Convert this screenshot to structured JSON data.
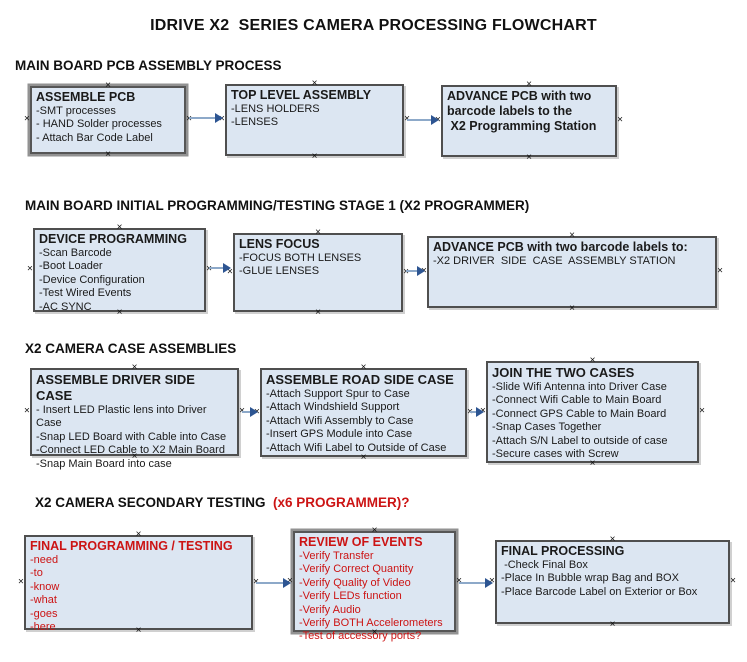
{
  "page_title": "IDRIVE X2  SERIES CAMERA PROCESSING FLOWCHART",
  "icons": {
    "connection_point": "×"
  },
  "colors": {
    "box_fill": "#dce6f2",
    "box_border": "#4f4f4f",
    "arrow_line": "#8da9c9",
    "arrow_head": "#2d5592",
    "red_text": "#cc1414",
    "black_text": "#111111"
  },
  "sections": [
    {
      "header": "MAIN BOARD PCB ASSEMBLY PROCESS",
      "header_suffix": "",
      "boxes": [
        {
          "title": "ASSEMBLE PCB",
          "lines": [
            "-SMT processes",
            "- HAND Solder processes",
            "- Attach Bar Code Label"
          ]
        },
        {
          "title": "TOP LEVEL ASSEMBLY",
          "lines": [
            "-LENS HOLDERS",
            "-LENSES"
          ]
        },
        {
          "title": "ADVANCE PCB with two barcode labels to the\n X2 Programming Station",
          "lines": []
        }
      ]
    },
    {
      "header": "MAIN BOARD INITIAL PROGRAMMING/TESTING STAGE 1 (X2 PROGRAMMER)",
      "header_suffix": "",
      "boxes": [
        {
          "title": "DEVICE PROGRAMMING",
          "lines": [
            "-Scan Barcode",
            "-Boot Loader",
            "-Device Configuration",
            "-Test Wired Events",
            "-AC SYNC"
          ]
        },
        {
          "title": "LENS FOCUS",
          "lines": [
            "-FOCUS BOTH LENSES",
            "-GLUE LENSES"
          ]
        },
        {
          "title": "ADVANCE PCB with two barcode labels to:",
          "lines": [
            "-X2 DRIVER  SIDE  CASE  ASSEMBLY STATION"
          ]
        }
      ]
    },
    {
      "header": "X2 CAMERA CASE ASSEMBLIES",
      "header_suffix": "",
      "boxes": [
        {
          "title": "ASSEMBLE DRIVER SIDE CASE",
          "lines": [
            "- Insert LED Plastic lens into Driver Case",
            "-Snap LED Board with Cable into Case",
            "-Connect LED Cable to X2 Main Board",
            "-Snap Main Board into case"
          ]
        },
        {
          "title": "ASSEMBLE ROAD SIDE CASE",
          "lines": [
            "-Attach Support Spur to Case",
            "-Attach Windshield Support",
            "-Attach Wifi Assembly to Case",
            "-Insert GPS Module into Case",
            "-Attach Wifi Label to Outside of Case"
          ]
        },
        {
          "title": "JOIN THE TWO CASES",
          "lines": [
            "-Slide Wifi Antenna into Driver Case",
            "-Connect Wifi Cable to Main Board",
            "-Connect GPS Cable to Main Board",
            "-Snap Cases Together",
            "-Attach S/N Label to outside of case",
            "-Secure cases with Screw"
          ]
        }
      ]
    },
    {
      "header": "X2 CAMERA SECONDARY TESTING  ",
      "header_suffix": "(x6 PROGRAMMER)?",
      "boxes": [
        {
          "title": "FINAL PROGRAMMING / TESTING",
          "lines": [
            "-need",
            "-to",
            "-know",
            "-what",
            "-goes",
            "-here"
          ]
        },
        {
          "title": "REVIEW OF EVENTS",
          "lines": [
            "-Verify Transfer",
            "-Verify Correct Quantity",
            "-Verify Quality of Video",
            "-Verify LEDs function",
            "-Verify Audio",
            "-Verify BOTH Accelerometers",
            "-Test of accessory ports?"
          ]
        },
        {
          "title": "FINAL PROCESSING",
          "lines": [
            " -Check Final Box",
            "-Place In Bubble wrap Bag and BOX",
            "-Place Barcode Label on Exterior or Box"
          ]
        }
      ]
    }
  ]
}
